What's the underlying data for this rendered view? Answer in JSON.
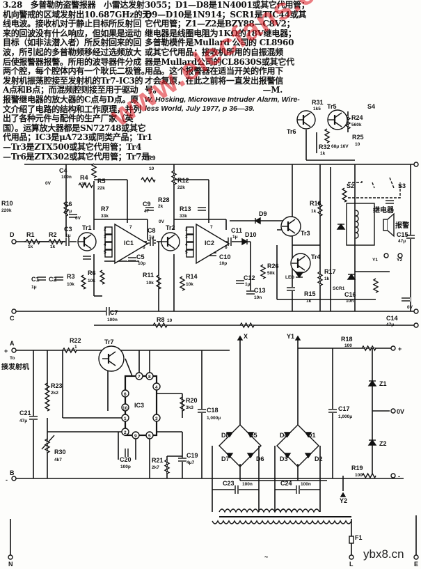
{
  "article": {
    "column1_lines": [
      "3.28　多普勒防盗警报器　小雷达发射",
      "机向警戒的区域发射出10.687GHz的无",
      "线电波。接收机对于静止目标所反射回",
      "来的回波没有什么响应，但如果是运动",
      "目标（如非法潜入者）所反射回来的回",
      "波，所引起的多普勒频移经过选频放大",
      "后使报警器报警。所用的波导器件分成",
      "两个腔，每个腔体内有一个耿氏二极管。",
      "发射机振荡腔接至发射机的Tr7-IC3的",
      "A点和B点；而混频腔则接至用于驱动",
      "报警继电器的放大器的C点与D点。原",
      "文介绍了电路的结构和工作原理，并列",
      "出了各种元件与配件的生产厂家（英",
      "国）。运算放大器都是SN72748或其它",
      "代用品；IC3是μA723或同类产品；Tr1",
      "—Tr3是ZTX500或其它代用管；Tr4",
      "—Tr6是ZTX302或其它代用管；Tr7是"
    ],
    "column2_lines": [
      "3055；D1—D8是1N4001或其它代用管；",
      "D9—D10是1N914；SCR1是TIC44或其",
      "它代用管；Z1—Z2是BZY88—C8V2；",
      "继电器是线圈电阻为1KΩ的18V继电器；",
      "多普勒模件是Mullard 公司的 CL8960",
      "或其它代用品；接收机所用的自振混频",
      "器是Mullard公司的CL8630S或其它代",
      "用品。这个报警器在适当开关的作用下",
      "才会复原，在此之前将一直发出报警信",
      "号。　　　　　　　　　　　　　—M."
    ],
    "citation_lines": [
      "W. Hosking, Microwave Intruder Alarm, Wire-",
      "less World, July 1977, p 36—39."
    ]
  },
  "schematic": {
    "terminals": {
      "D": "D",
      "C": "C",
      "A": "A",
      "B": "B",
      "X": "X",
      "Y1": "Y1",
      "Y2": "Y2",
      "Y1b": "Y1",
      "Y2b": "Y2",
      "plus": "+",
      "minus": "-",
      "zero": "0V",
      "zero_top": "0V",
      "zero_c4": "0V",
      "zero_c5": "0V",
      "zero_c9": "0V",
      "N": "N",
      "L": "L",
      "E": "E",
      "ac": "~",
      "to": "To",
      "plus_a": "+",
      "minus_b": "-"
    },
    "chinese": {
      "to_transmitter": "接发射机",
      "relay": "继电器",
      "alarm": "报警"
    },
    "components": {
      "R1": "R1",
      "R1v": "1k",
      "R2": "R2",
      "R2v": "1k",
      "R3": "R3",
      "R3v": "10k",
      "R4": "R4",
      "R4v": "39",
      "R5": "R5",
      "R5v": "22k",
      "R6": "R6",
      "R6v": "10k",
      "R7": "R7",
      "R7v": "33k",
      "R8": "R8",
      "R8v": "10",
      "R9": "R9",
      "R9v": "10",
      "R10": "R10",
      "R10v": "220k",
      "R11": "R11",
      "R11v": "10k",
      "R12": "R12",
      "R12v": "22k",
      "R13": "R13",
      "R13v": "33k",
      "R14": "R14",
      "R14v": "10k",
      "R15": "R15",
      "R15v": "1k",
      "R16": "R16",
      "R16v": "1k",
      "R17": "R17",
      "R17v": "1k",
      "R18": "R18",
      "R18v": "100",
      "R19": "R19",
      "R19v": "100",
      "R20": "R20",
      "R20v": "3k3",
      "R21": "R21",
      "R21v": "2k7",
      "R22": "R22",
      "R22v": "1",
      "R23": "R23",
      "R23v": "2k2",
      "R24": "R24",
      "R24v": "560k",
      "R25": "R25",
      "R25v": "10",
      "R26": "R26",
      "R26v": "50k",
      "R28": "R28",
      "R28v": "2k",
      "R30": "R30",
      "R30v": "4k7",
      "R31": "R31",
      "R31v": "1k5",
      "R32": "R32",
      "R32v": "1k",
      "C1": "C1",
      "C1v": "1μ",
      "C2": "C2",
      "C3": "C3",
      "C3v": "1μ",
      "C4": "C4",
      "C4v": "100n",
      "C5": "C5",
      "C5v": "10p",
      "C6": "C6",
      "C6v": "47μ",
      "C7": "C7",
      "C7v": "100n",
      "C8": "C8",
      "C8v": "1μ",
      "C9": "C9",
      "C9v": "47",
      "C10": "C10",
      "C10v": "10p",
      "C11": "C11",
      "C11v": "1μ",
      "C12": "C12",
      "C12v": "1μ",
      "C13": "C13",
      "C13v": "10n",
      "C14": "C14",
      "C14v": "47μ",
      "C15": "C15",
      "C15v": "47μ",
      "C16": "C16",
      "C16v": "10n",
      "C17": "C17",
      "C17v": "1,000μ",
      "C18": "C18",
      "C18v": "1,000μ",
      "C19": "C19",
      "C19v": "4μ7",
      "C20": "C20",
      "C20v": "100p",
      "C21": "C21",
      "C21v": "47μ",
      "C23": "C23",
      "C23v": "100n",
      "C24": "C24",
      "C24v": "100n",
      "Cx": "68μ 16V",
      "IC1": "IC1",
      "IC2": "IC2",
      "IC3": "IC3",
      "Tr1": "Tr1",
      "Tr2": "Tr2",
      "Tr3": "Tr3",
      "Tr4": "Tr4",
      "Tr5": "Tr5",
      "Tr6": "Tr6",
      "Tr7": "Tr7",
      "D1": "D1",
      "D2": "D2",
      "D3": "D3",
      "D4": "D4",
      "D5": "D5",
      "D6": "D6",
      "D7": "D7",
      "D8": "D8",
      "D9": "D9",
      "D10": "D10",
      "Z1": "Z1",
      "Z2": "Z2",
      "SCR1": "SCR1",
      "LED": "LED",
      "S2": "S2",
      "S3": "S3",
      "S4": "S4",
      "F1": "F1"
    },
    "pins": {
      "p2": "2",
      "p3": "3",
      "p4": "4",
      "p5": "5",
      "p7": "7",
      "p6": "6",
      "p1": "1",
      "p8": "8",
      "q2": "2",
      "q3": "3",
      "q4": "4",
      "q5": "5",
      "q7": "7",
      "q6": "6",
      "i7": "7",
      "i8": "8",
      "i6": "6",
      "i10": "10",
      "i1": "1",
      "i2": "2",
      "i4": "4",
      "i3": "3",
      "i9": "9",
      "i5": "5"
    }
  },
  "watermarks": {
    "diagonal": "www.elecfans.com",
    "corner": "ybx8.cn"
  }
}
